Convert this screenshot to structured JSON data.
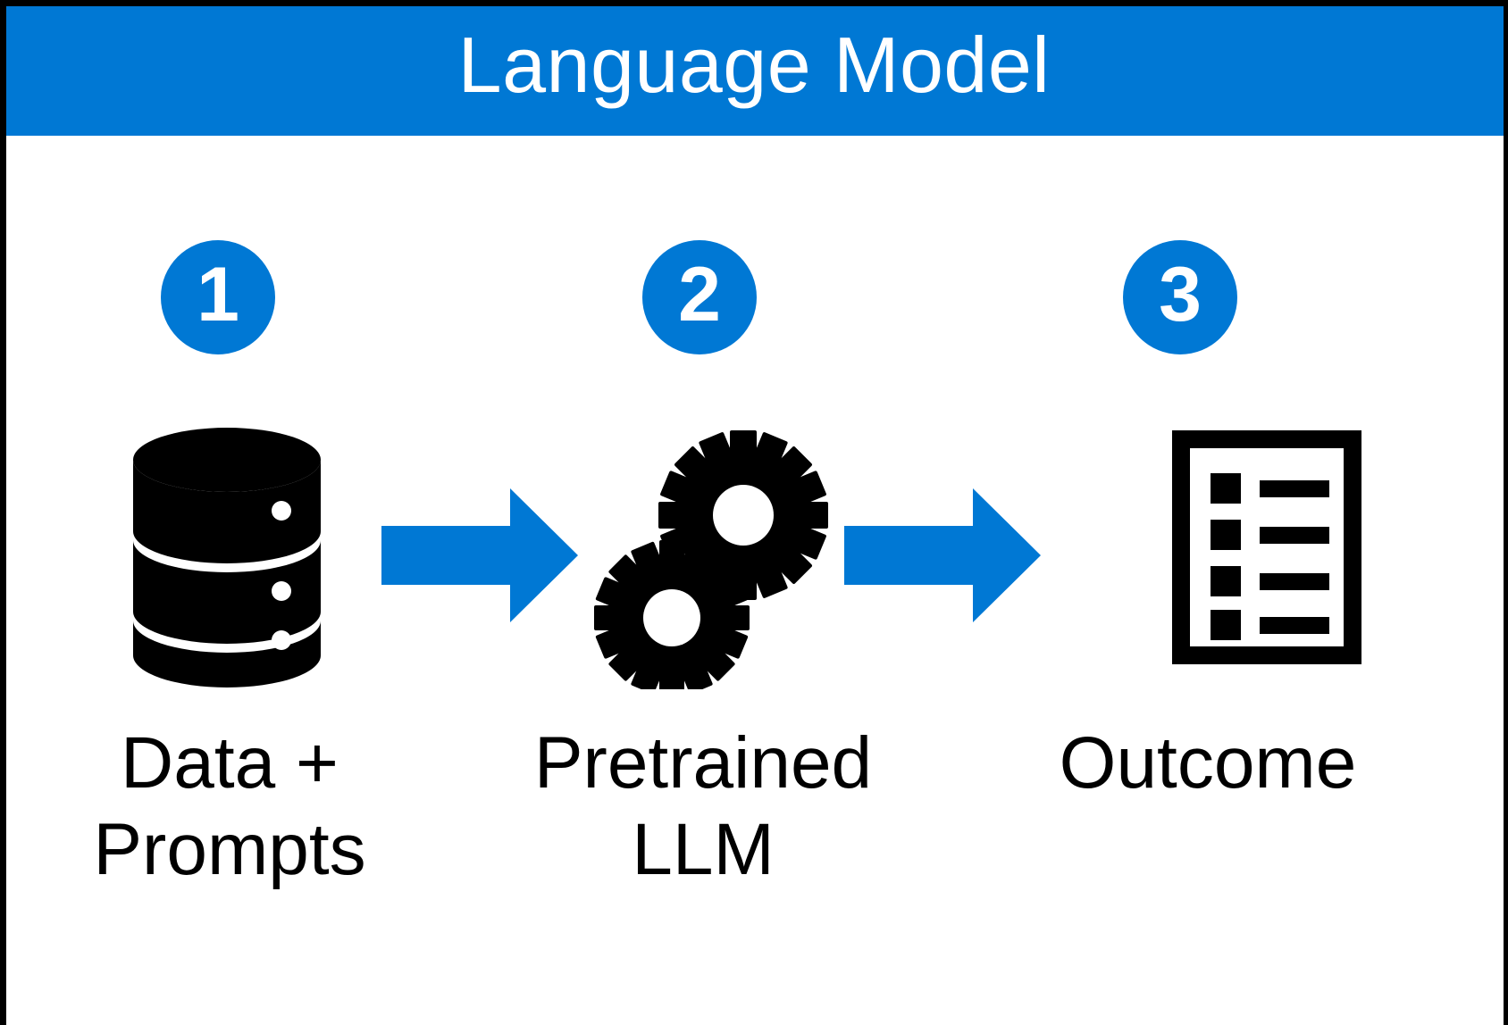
{
  "header": {
    "title": "Language Model",
    "background_color": "#0078d4",
    "text_color": "#ffffff"
  },
  "colors": {
    "accent_blue": "#0078d4",
    "icon_black": "#000000",
    "page_background": "#ffffff",
    "border": "#000000"
  },
  "diagram": {
    "type": "three-step-process-flow",
    "steps": [
      {
        "number": "1",
        "icon": "database-icon",
        "caption": "Data +\nPrompts",
        "caption_line1": "Data +",
        "caption_line2": "Prompts"
      },
      {
        "number": "2",
        "icon": "gears-icon",
        "caption": "Pretrained\nLLM",
        "caption_line1": "Pretrained",
        "caption_line2": "LLM"
      },
      {
        "number": "3",
        "icon": "document-list-icon",
        "caption": "Outcome",
        "caption_line1": "Outcome",
        "caption_line2": ""
      }
    ],
    "connectors": [
      {
        "icon": "arrow-right-icon",
        "from": "1",
        "to": "2"
      },
      {
        "icon": "arrow-right-icon",
        "from": "2",
        "to": "3"
      }
    ]
  }
}
